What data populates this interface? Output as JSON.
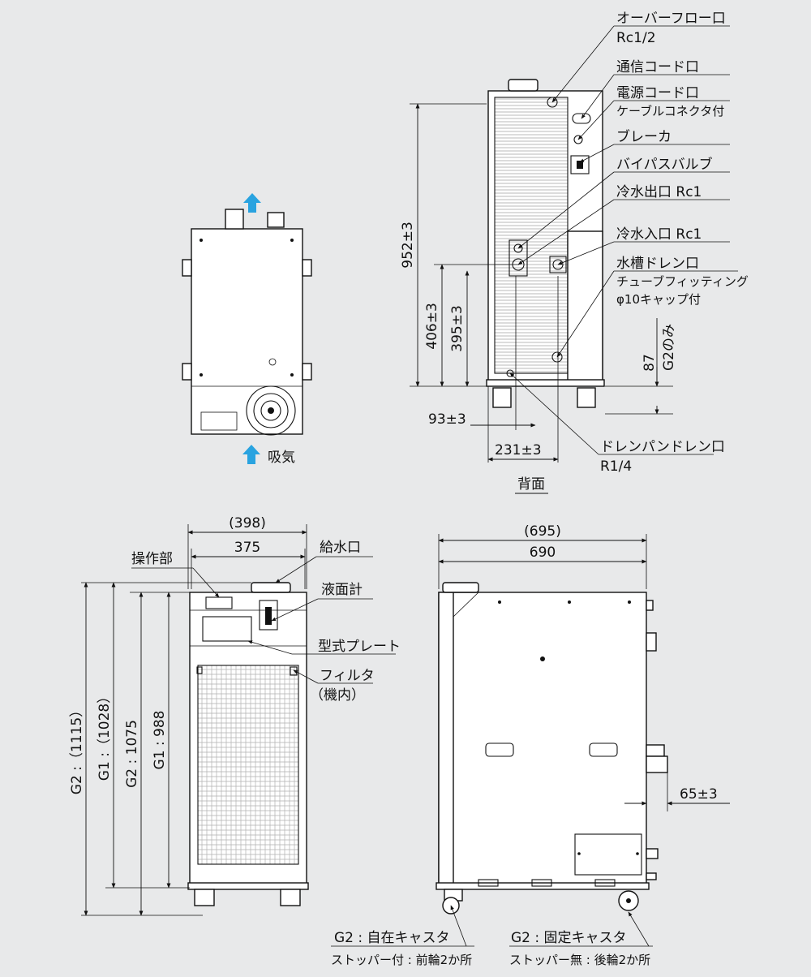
{
  "top_view": {
    "arrow_top_color": "#29a3e0",
    "intake_label": "吸気"
  },
  "back_view": {
    "view_title": "背面",
    "labels": {
      "overflow": [
        "オーバーフロー口",
        "Rc1/2"
      ],
      "comm": "通信コード口",
      "power": [
        "電源コード口",
        "ケーブルコネクタ付"
      ],
      "breaker": "ブレーカ",
      "bypass": "バイパスバルブ",
      "coolant_out": "冷水出口 Rc1",
      "coolant_in": "冷水入口 Rc1",
      "tank_drain": [
        "水槽ドレン口",
        "チューブフィッティング",
        "φ10キャップ付"
      ],
      "drain_pan": [
        "ドレンパンドレン口",
        "R1/4"
      ],
      "g2_only": "G2のみ"
    },
    "dims": {
      "height": "952±3",
      "d406": "406±3",
      "d395": "395±3",
      "d93": "93±3",
      "d231": "231±3",
      "d87": "87"
    }
  },
  "front_view": {
    "labels": {
      "control": "操作部",
      "fill_port": "給水口",
      "level_gauge": "液面計",
      "nameplate": "型式プレート",
      "filter": [
        "フィルタ",
        "（機内）"
      ]
    },
    "dims": {
      "w398": "(398)",
      "w375": "375",
      "g2_1115": "G2 :（1115）",
      "g1_1028": "G1 :（1028）",
      "g2_1075": "G2 : 1075",
      "g1_988": "G1 : 988"
    }
  },
  "side_view": {
    "dims": {
      "w695": "(695)",
      "w690": "690",
      "d65": "65±3"
    },
    "captions": {
      "g2_free": [
        "G2 : 自在キャスタ",
        "ストッパー付 : 前輪2か所"
      ],
      "g2_fixed": [
        "G2 : 固定キャスタ",
        "ストッパー無 : 後輪2か所"
      ]
    }
  }
}
